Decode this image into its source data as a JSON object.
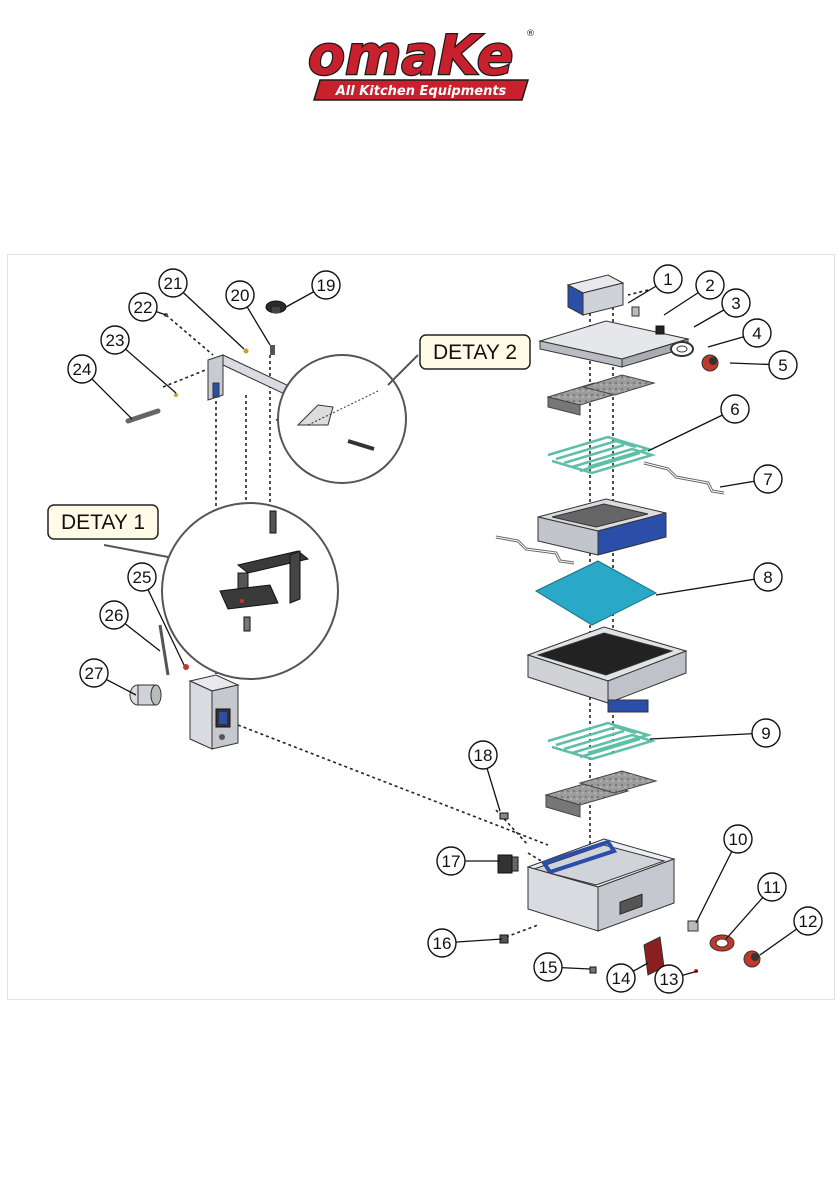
{
  "brand": {
    "name": "omaKe",
    "registered_mark": "®",
    "tagline": "All Kitchen Equipments",
    "colors": {
      "primary": "#c8202c",
      "outline": "#1a1a1a"
    }
  },
  "detail_labels": {
    "detail_1": "DETAY 1",
    "detail_2": "DETAY 2"
  },
  "callouts": [
    "1",
    "2",
    "3",
    "4",
    "5",
    "6",
    "7",
    "8",
    "9",
    "10",
    "11",
    "12",
    "13",
    "14",
    "15",
    "16",
    "17",
    "18",
    "19",
    "20",
    "21",
    "22",
    "23",
    "24",
    "25",
    "26",
    "27"
  ],
  "colors": {
    "blue_panel": "#2b4fa8",
    "heating_element": "#5fbfa6",
    "insulation": "#9a9a9a",
    "glass_plate": "#2aa8c8",
    "body": "#d9dbe0",
    "dark_part": "#3a3a3a",
    "gasket": "#c0392b"
  }
}
